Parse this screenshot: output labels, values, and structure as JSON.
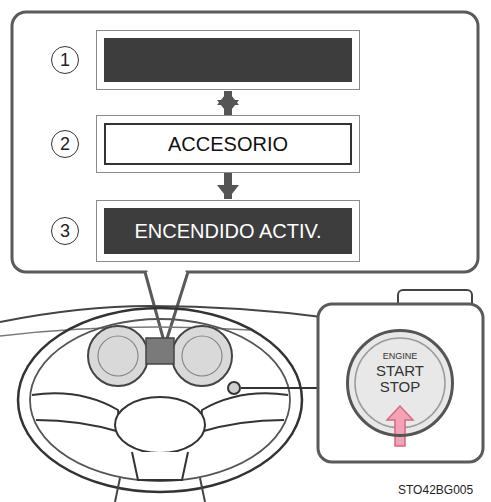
{
  "diagram": {
    "nodes": [
      {
        "text": [
          "1"
        ]
      },
      {
        "text": [
          "2",
          "ACCESORIO"
        ]
      },
      {
        "text": [
          "3",
          "ENCENDIDO ACTIV."
        ]
      },
      {
        "text": [
          "ENGINE",
          "START STOP"
        ]
      }
    ],
    "edges": [
      {
        "from": 0,
        "to": 1,
        "arrow": "to"
      },
      {
        "from": 1,
        "to": 2,
        "arrow": "to"
      },
      {
        "from": 2,
        "to": 0,
        "arrow": "to"
      }
    ],
    "labels": [
      "STO42BG005"
    ]
  }
}
